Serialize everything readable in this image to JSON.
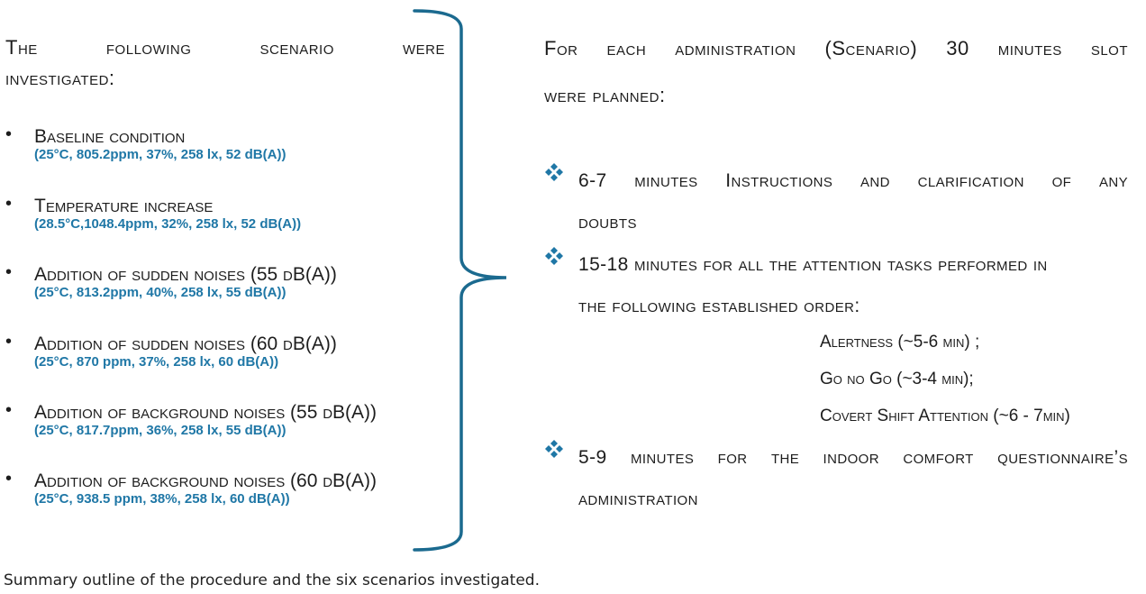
{
  "left": {
    "intro_line1": "The following scenario were",
    "intro_line2": "investigated:",
    "scenarios": [
      {
        "bullet": "•",
        "name": "Baseline condition",
        "conditions": "(25°C, 805.2ppm, 37%, 258 lx, 52 dB(A))"
      },
      {
        "bullet": "•",
        "name": "Temperature increase",
        "conditions": "(28.5°C,1048.4ppm, 32%, 258 lx, 52 dB(A))"
      },
      {
        "bullet": "•",
        "name": "Addition of sudden noises (55 dB(A))",
        "conditions": "(25°C, 813.2ppm, 40%, 258 lx, 55 dB(A))"
      },
      {
        "bullet": "•",
        "name": "Addition of sudden noises (60 dB(A))",
        "conditions": "(25°C, 870 ppm, 37%, 258 lx, 60 dB(A))"
      },
      {
        "bullet": "•",
        "name": "Addition of background noises (55 dB(A))",
        "conditions": "(25°C, 817.7ppm, 36%, 258 lx, 55 dB(A))"
      },
      {
        "bullet": "•",
        "name": "Addition of background noises (60 dB(A))",
        "conditions": "(25°C, 938.5 ppm, 38%, 258 lx, 60 dB(A))"
      }
    ]
  },
  "right": {
    "intro_line1": "For each administration (Scenario) 30 minutes slot",
    "intro_line2": "were planned:",
    "items": [
      {
        "line1": "6-7 minutes Instructions and clarification of any",
        "line2": "doubts"
      },
      {
        "line1": "15-18 minutes for all the attention tasks performed in",
        "line2": "the following established order:"
      },
      {
        "line1": "5-9 minutes for the indoor comfort questionnaire’s",
        "line2": "administration"
      }
    ],
    "tasks": [
      "Alertness (~5-6 min) ;",
      "Go no Go (~3-4 min);",
      "Covert Shift Attention (~6 - 7min)"
    ]
  },
  "caption": "Summary outline of the procedure and the six scenarios investigated.",
  "colors": {
    "accent": "#1f77a6",
    "brace": "#1b6a8f",
    "diamond": "#1f77a6",
    "text": "#1d1d1d"
  },
  "icons": {
    "bullet": "bullet-dot",
    "item_marker": "four-diamond-icon",
    "brace": "right-curly-brace"
  }
}
